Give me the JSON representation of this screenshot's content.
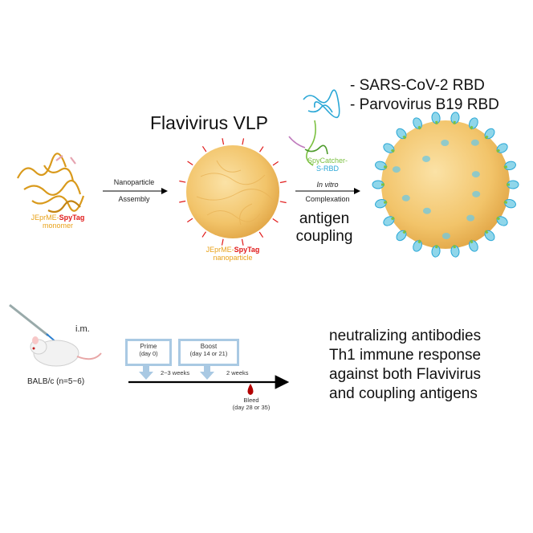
{
  "title": "Flavivirus VLP",
  "monomer": {
    "name_part1": "JEprME-",
    "name_part2": "SpyTag",
    "name_part3": "monomer"
  },
  "step1": {
    "line1": "Nanoparticle",
    "line2": "Assembly"
  },
  "nanoparticle": {
    "name_part1": "JEprME-",
    "name_part2": "SpyTag",
    "name_part3": "nanoparticle"
  },
  "catcher": {
    "line1": "SpyCatcher-",
    "line2": "S-RBD"
  },
  "step2": {
    "line1": "In vitro",
    "line2": "Complexation"
  },
  "coupling": {
    "line1": "antigen",
    "line2": "coupling"
  },
  "antigens": [
    "- SARS-CoV-2 RBD",
    "- Parvovirus B19 RBD"
  ],
  "immunization": {
    "route": "i.m.",
    "mouse": "BALB/c (n=5~6)",
    "prime": {
      "label": "Prime",
      "day": "(day 0)"
    },
    "boost": {
      "label": "Boost",
      "day": "(day 14 or 21)"
    },
    "interval1": "2~3 weeks",
    "interval2": "2 weeks",
    "bleed": {
      "label": "Bleed",
      "day": "(day 28 or 35)"
    }
  },
  "results": [
    "neutralizing antibodies",
    "Th1 immune response",
    "against both Flavivirus",
    "and coupling antigens"
  ],
  "colors": {
    "particle": "#f2c46a",
    "spytag": "#e01a1a",
    "spycatcher": "#7cc142",
    "rbd": "#2aa7d6",
    "box": "#a9c9e3"
  }
}
